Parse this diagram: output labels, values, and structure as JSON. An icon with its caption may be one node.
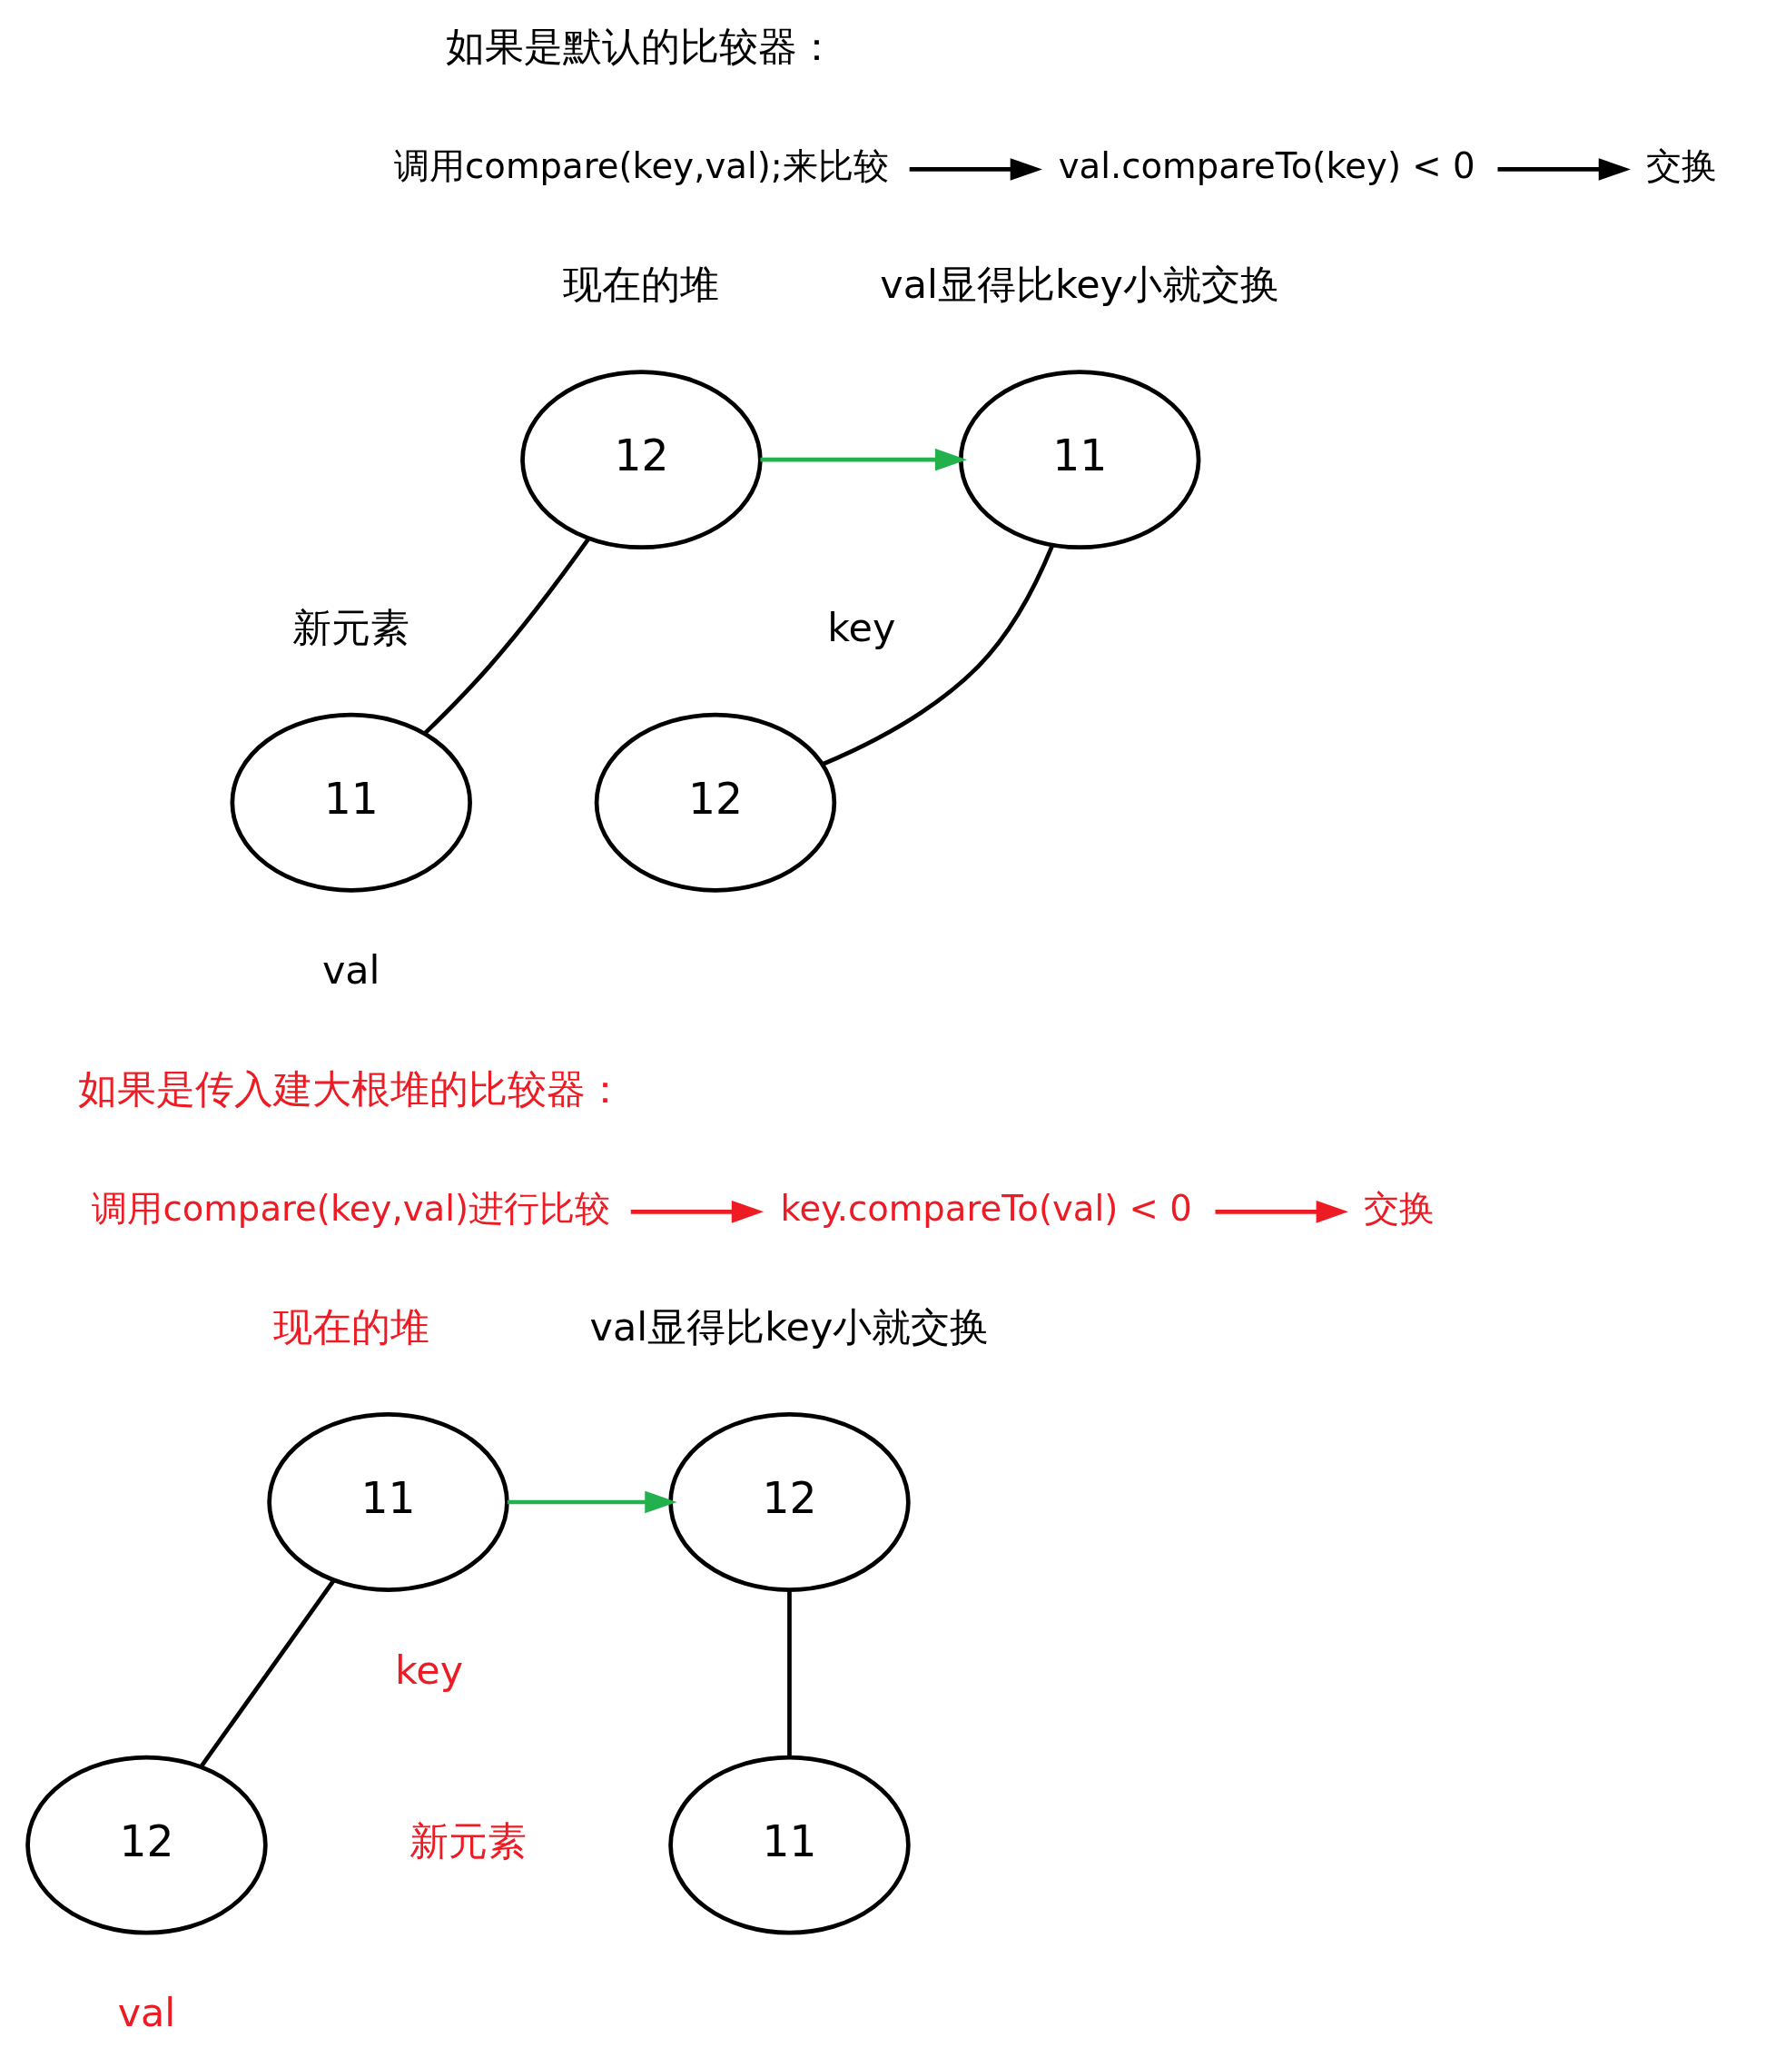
{
  "diagram": {
    "nodes": [
      {
        "text": [
          "调用compare(key,val);来比较"
        ]
      },
      {
        "text": [
          "val.compareTo(key) < 0"
        ]
      },
      {
        "text": [
          "交换"
        ]
      },
      {
        "text": [
          "12"
        ],
        "beside": [
          "key"
        ]
      },
      {
        "text": [
          "11"
        ],
        "beside": [
          "新元素",
          "val"
        ]
      },
      {
        "text": [
          "11"
        ]
      },
      {
        "text": [
          "12"
        ]
      },
      {
        "text": [
          "调用compare(key,val)进行比较"
        ]
      },
      {
        "text": [
          "key.compareTo(val) < 0"
        ]
      },
      {
        "text": [
          "交换"
        ]
      },
      {
        "text": [
          "11"
        ],
        "beside": [
          "key"
        ]
      },
      {
        "text": [
          "12"
        ],
        "beside": [
          "新元素",
          "val"
        ]
      },
      {
        "text": [
          "12"
        ]
      },
      {
        "text": [
          "11"
        ]
      }
    ],
    "edges": [
      {
        "from": 0,
        "to": 1,
        "arrow": "to"
      },
      {
        "from": 1,
        "to": 2,
        "arrow": "to"
      },
      {
        "from": 3,
        "to": 4,
        "arrow": "none"
      },
      {
        "from": 3,
        "to": 5,
        "arrow": "to",
        "color": "#22b14c"
      },
      {
        "from": 5,
        "to": 6,
        "arrow": "none"
      },
      {
        "from": 7,
        "to": 8,
        "arrow": "to",
        "color": "#ed1c24"
      },
      {
        "from": 8,
        "to": 9,
        "arrow": "to",
        "color": "#ed1c24"
      },
      {
        "from": 10,
        "to": 11,
        "arrow": "none"
      },
      {
        "from": 10,
        "to": 12,
        "arrow": "to",
        "color": "#22b14c"
      },
      {
        "from": 12,
        "to": 13,
        "arrow": "none"
      }
    ],
    "labels": [
      "如果是默认的比较器：",
      "现在的堆",
      "val显得比key小就交换",
      "如果是传入建大根堆的比较器：",
      "现在的堆",
      "val显得比key小就交换"
    ]
  }
}
